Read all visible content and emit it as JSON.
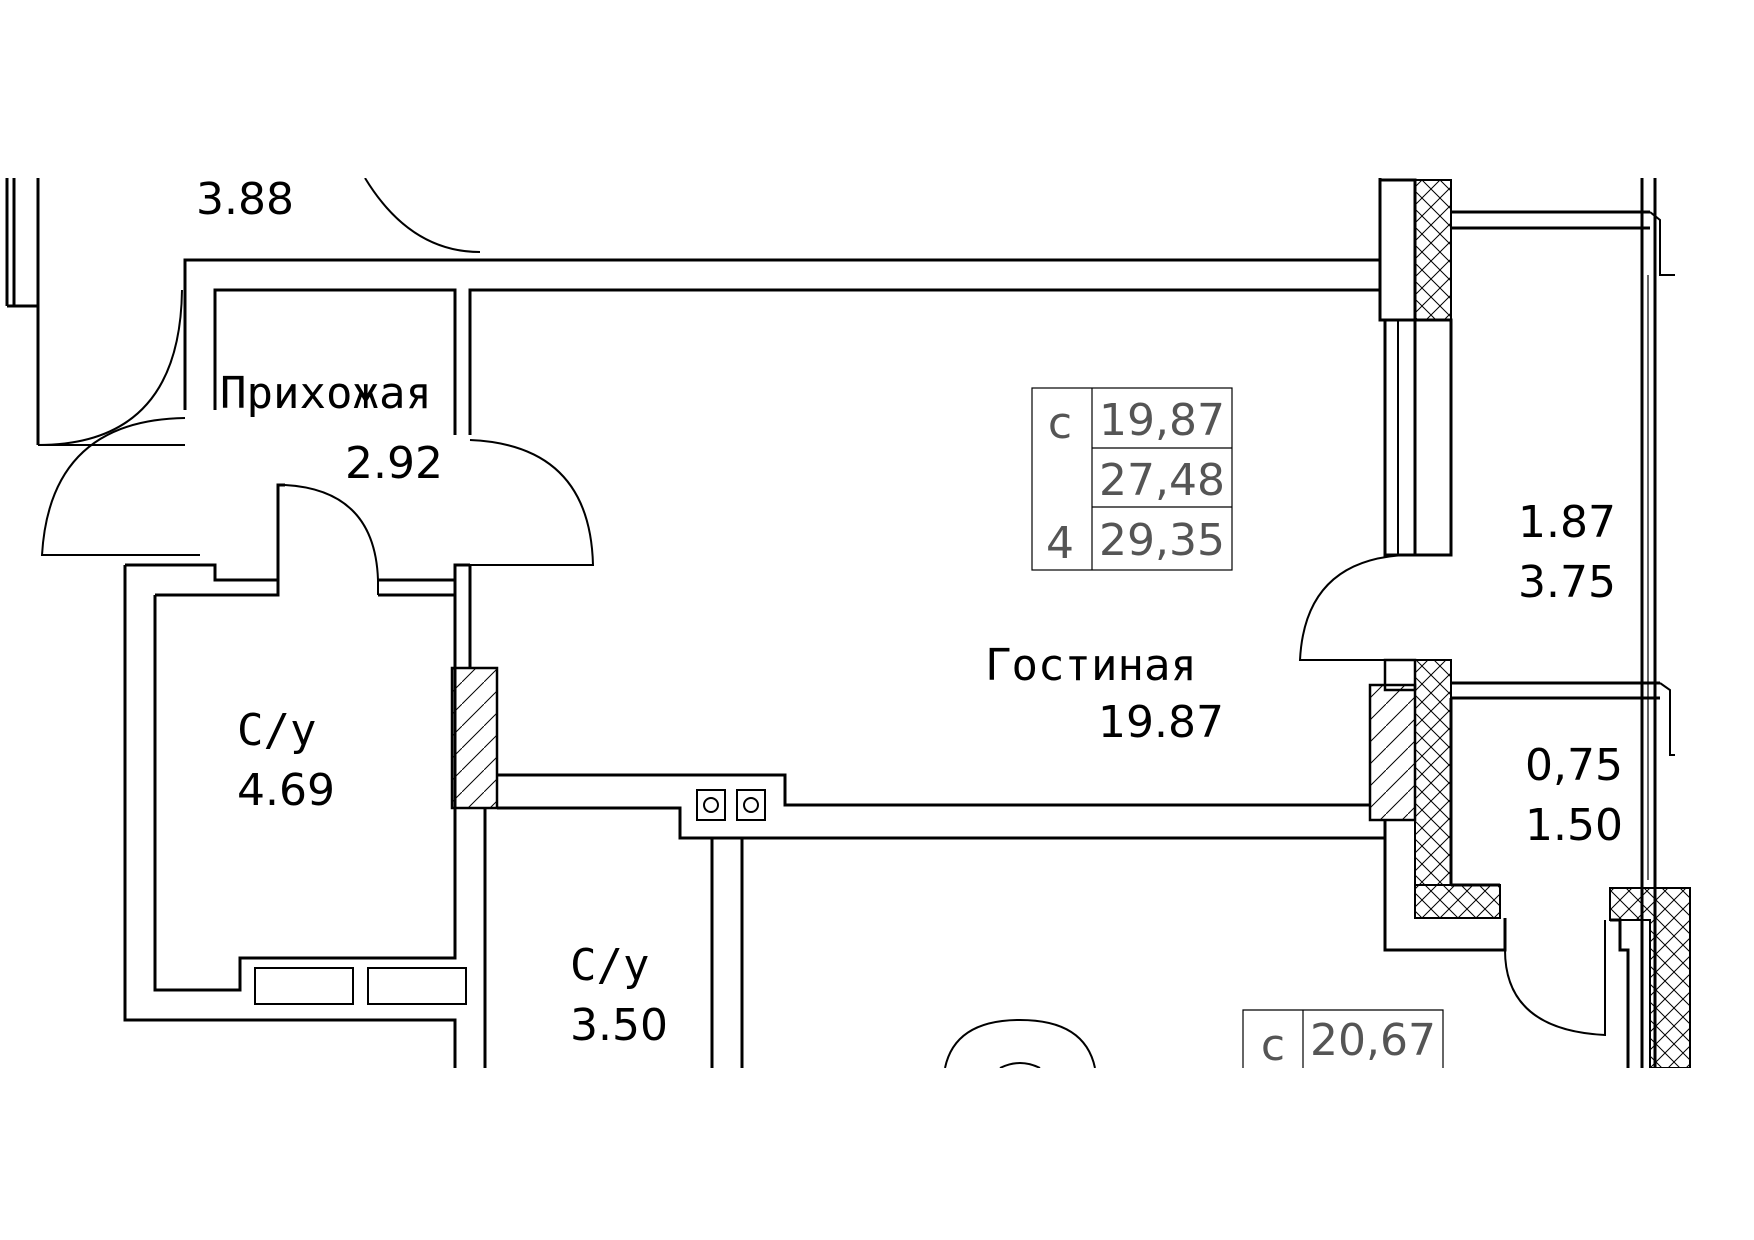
{
  "rooms": {
    "top_left_area": "3.88",
    "hallway": {
      "name": "Прихожая",
      "area": "2.92"
    },
    "living": {
      "name": "Гостиная",
      "area": "19.87"
    },
    "bath_left": {
      "name": "С/у",
      "area": "4.69"
    },
    "bath_bottom": {
      "name": "С/у",
      "area": "3.50"
    },
    "balcony_top": {
      "line1": "1.87",
      "line2": "3.75"
    },
    "balcony_small": {
      "line1": "0,75",
      "line2": "1.50"
    }
  },
  "summary_table": {
    "prefix": "с",
    "rooms_count": "4",
    "values": [
      "19,87",
      "27,48",
      "29,35"
    ]
  },
  "summary_table_bottom": {
    "prefix": "с",
    "value": "20,67"
  },
  "colors": {
    "line": "#000000",
    "table_text": "#555555",
    "background": "#ffffff"
  }
}
